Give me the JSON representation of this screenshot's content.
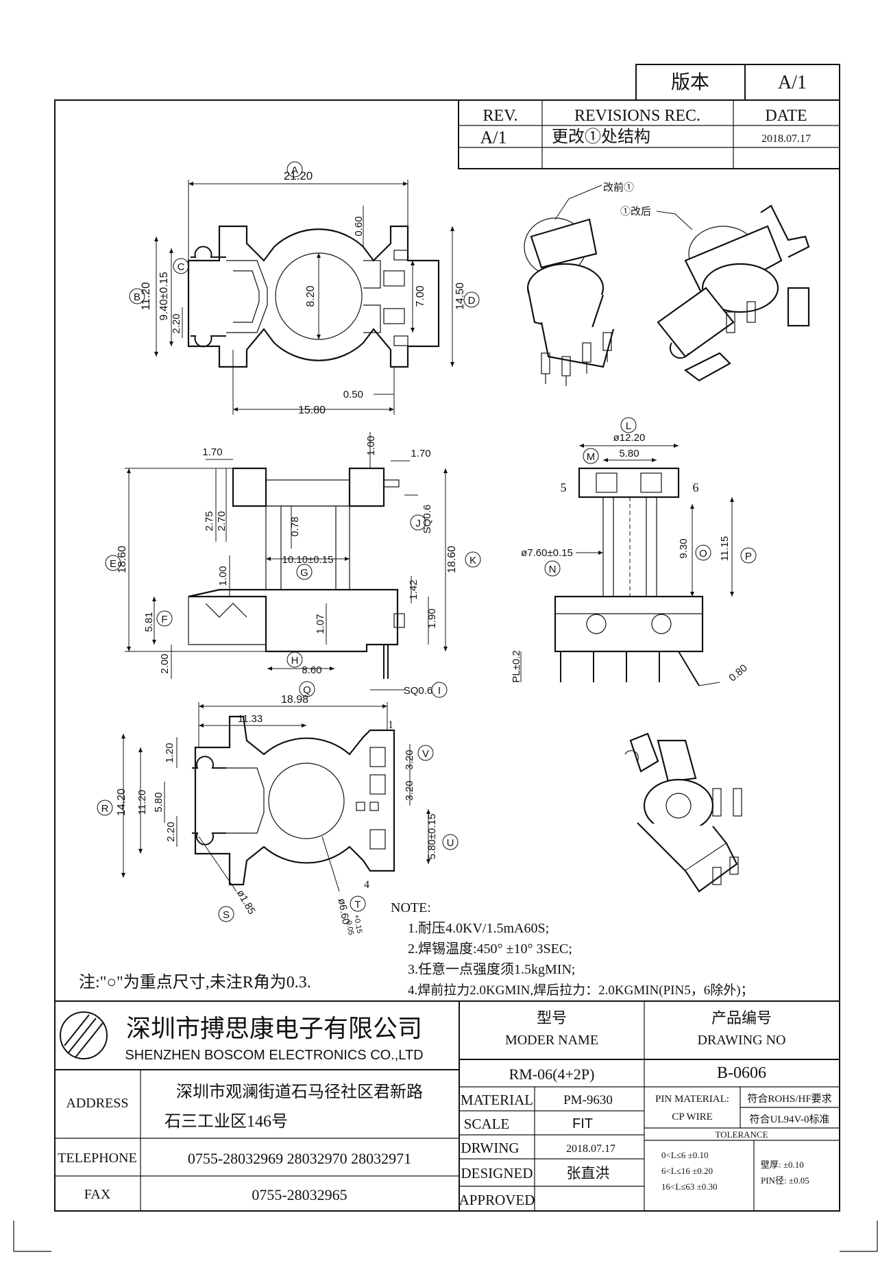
{
  "version_box": {
    "label": "版本",
    "value": "A/1"
  },
  "revisions": {
    "headers": {
      "rev": "REV.",
      "rec": "REVISIONS REC.",
      "date": "DATE"
    },
    "rows": [
      {
        "rev": "A/1",
        "rec": "更改①处结构",
        "date": "2018.07.17"
      }
    ]
  },
  "top_view_dims": {
    "A": "21.20",
    "B": "11.20",
    "C": "9.40±0.15",
    "C2": "2.20",
    "D": "14.50",
    "d060": "0.60",
    "d820": "8.20",
    "d700": "7.00",
    "d050": "0.50",
    "d1580": "15.80",
    "labels": {
      "A": "A",
      "B": "B",
      "C": "C",
      "D": "D"
    }
  },
  "iso_labels": {
    "before": "改前①",
    "after": "①改后"
  },
  "side_view_dims": {
    "d170a": "1.70",
    "d100": "1.00",
    "d170b": "1.70",
    "d275": "2.75",
    "d270": "2.70",
    "d078": "0.78",
    "G": "10.10±0.15",
    "J": "SQ0.6",
    "E": "18.60",
    "K": "18.60",
    "d100b": "1.00",
    "d142": "1.42",
    "d190": "1.90",
    "F": "5.81",
    "d107": "1.07",
    "d200": "2.00",
    "H": "8.60",
    "I": "SQ0.6",
    "labels": {
      "E": "E",
      "F": "F",
      "G": "G",
      "H": "H",
      "I": "I",
      "J": "J",
      "K": "K"
    }
  },
  "front_view_dims": {
    "L": "ø12.20",
    "M": "5.80",
    "pin5": "5",
    "pin6": "6",
    "N": "ø7.60±0.15",
    "O": "9.30",
    "P": "11.15",
    "PL": "PL±0.2",
    "d080": "0.80",
    "labels": {
      "L": "L",
      "M": "M",
      "N": "N",
      "O": "O",
      "P": "P"
    }
  },
  "bottom_view_dims": {
    "Q": "18.98",
    "d1133": "11.33",
    "R": "14.20",
    "d1120": "11.20",
    "d120": "1.20",
    "d580": "5.80",
    "d220": "2.20",
    "d320a": "3.20",
    "d320b": "3.20",
    "U": "5.80±0.15",
    "S": "ø1.85",
    "T": "ø6.60",
    "T_tol_top": "+0.15",
    "T_tol_bot": "-0.05",
    "pin1": "1",
    "pin4": "4",
    "labels": {
      "Q": "Q",
      "R": "R",
      "S": "S",
      "T": "T",
      "U": "U",
      "V": "V"
    }
  },
  "notes": {
    "title": "NOTE:",
    "items": [
      "1.耐压4.0KV/1.5mA60S;",
      "2.焊锡温度:450° ±10° 3SEC;",
      "3.任意一点强度须1.5kgMIN;",
      "4.焊前拉力2.0KGMIN,焊后拉力：2.0KGMIN(PIN5，6除外)；"
    ],
    "key_note": "注:\"○\"为重点尺寸,未注R角为0.3."
  },
  "title_block": {
    "company_cn": "深圳市搏思康电子有限公司",
    "company_en": "SHENZHEN BOSCOM ELECTRONICS CO.,LTD",
    "model_label_cn": "型号",
    "model_label_en": "MODER NAME",
    "drawing_label_cn": "产品编号",
    "drawing_label_en": "DRAWING NO",
    "model_value": "RM-06(4+2P)",
    "drawing_value": "B-0606",
    "address_label": "ADDRESS",
    "address_line1": "深圳市观澜街道石马径社区君新路",
    "address_line2": "石三工业区146号",
    "telephone_label": "TELEPHONE",
    "telephone_value": "0755-28032969 28032970 28032971",
    "fax_label": "FAX",
    "fax_value": "0755-28032965",
    "material_label": "MATERIAL",
    "material_value": "PM-9630",
    "scale_label": "SCALE",
    "scale_value": "FIT",
    "drwing_label": "DRWING",
    "drwing_value": "2018.07.17",
    "designed_label": "DESIGNED",
    "designed_value": "张直洪",
    "approved_label": "APPROVED",
    "pin_material_label": "PIN MATERIAL:",
    "pin_material_value": "CP WIRE",
    "rohs": "符合ROHS/HF要求",
    "ul": "符合UL94V-0标准",
    "tolerance_label": "TOLERANCE",
    "tol1": "0<L≤6  ±0.10",
    "tol2": "6<L≤16  ±0.20",
    "tol3": "16<L≤63  ±0.30",
    "wall": "壁厚: ±0.10",
    "pin_dia": "PIN径: ±0.05"
  }
}
